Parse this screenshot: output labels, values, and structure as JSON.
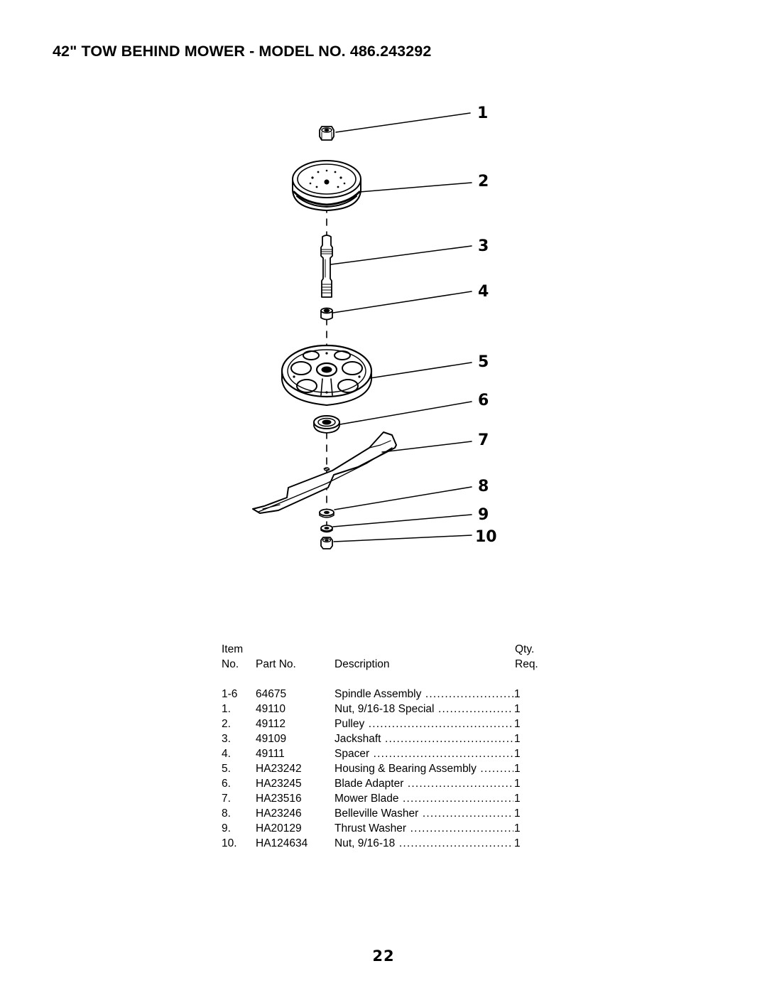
{
  "page": {
    "title": "42\" TOW BEHIND MOWER - MODEL NO. 486.243292",
    "page_number": "22"
  },
  "diagram": {
    "callouts": [
      "1",
      "2",
      "3",
      "4",
      "5",
      "6",
      "7",
      "8",
      "9",
      "10"
    ]
  },
  "parts_table": {
    "header": {
      "item_line1": "Item",
      "item_line2": "No.",
      "part_no": "Part No.",
      "description": "Description",
      "qty_line1": "Qty.",
      "qty_line2": "Req."
    },
    "rows": [
      {
        "item": "1-6",
        "part": "64675",
        "description": "Spindle Assembly",
        "qty": "1"
      },
      {
        "item": "1.",
        "part": "49110",
        "description": "Nut, 9/16-18  Special",
        "qty": "1"
      },
      {
        "item": "2.",
        "part": "49112",
        "description": "Pulley",
        "qty": "1"
      },
      {
        "item": "3.",
        "part": "49109",
        "description": "Jackshaft",
        "qty": "1"
      },
      {
        "item": "4.",
        "part": "49111",
        "description": "Spacer",
        "qty": "1"
      },
      {
        "item": "5.",
        "part": "HA23242",
        "description": "Housing & Bearing Assembly",
        "qty": "1"
      },
      {
        "item": "6.",
        "part": "HA23245",
        "description": "Blade Adapter",
        "qty": "1"
      },
      {
        "item": "7.",
        "part": "HA23516",
        "description": "Mower Blade",
        "qty": "1"
      },
      {
        "item": "8.",
        "part": "HA23246",
        "description": "Belleville Washer",
        "qty": "1"
      },
      {
        "item": "9.",
        "part": "HA20129",
        "description": "Thrust Washer",
        "qty": "1"
      },
      {
        "item": "10.",
        "part": "HA124634",
        "description": "Nut, 9/16-18",
        "qty": "1"
      }
    ]
  }
}
